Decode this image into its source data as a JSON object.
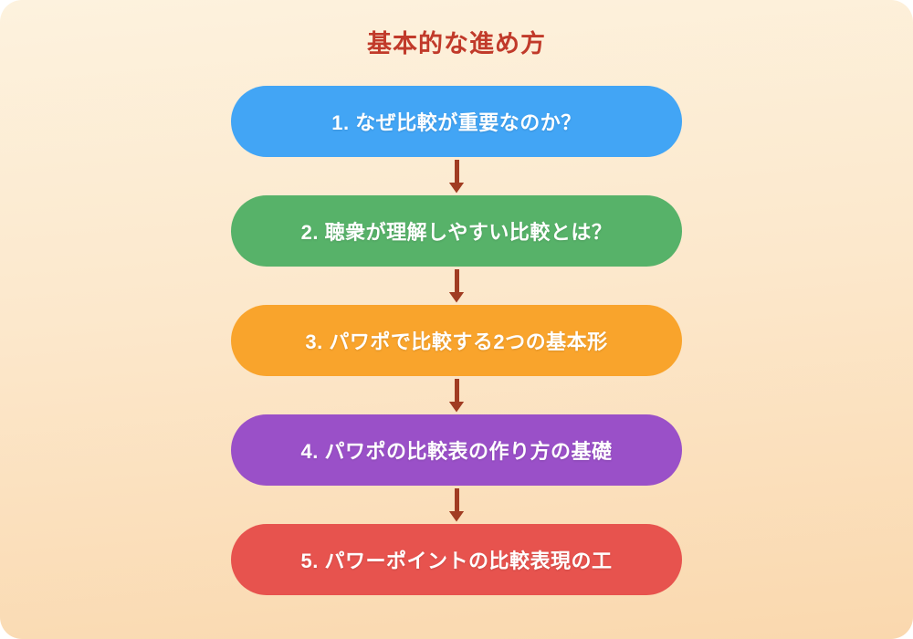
{
  "page": {
    "title": "基本的な進め方",
    "title_color": "#c13a2a",
    "background_top": "#fdf2de",
    "background_bottom": "#fad8ae",
    "corner_color": "#ffffff"
  },
  "flow": {
    "arrow_color": "#a13c22",
    "text_color": "#ffffff",
    "steps": [
      {
        "label": "1. なぜ比較が重要なのか？",
        "color": "#42a5f5"
      },
      {
        "label": "2. 聴衆が理解しやすい比較とは？",
        "color": "#57b269"
      },
      {
        "label": "3. パワポで比較する2つの基本形",
        "color": "#f9a42c"
      },
      {
        "label": "4. パワポの比較表の作り方の基礎",
        "color": "#9a50c8"
      },
      {
        "label": "5. パワーポイントの比較表現の工",
        "color": "#e7534e"
      }
    ]
  }
}
